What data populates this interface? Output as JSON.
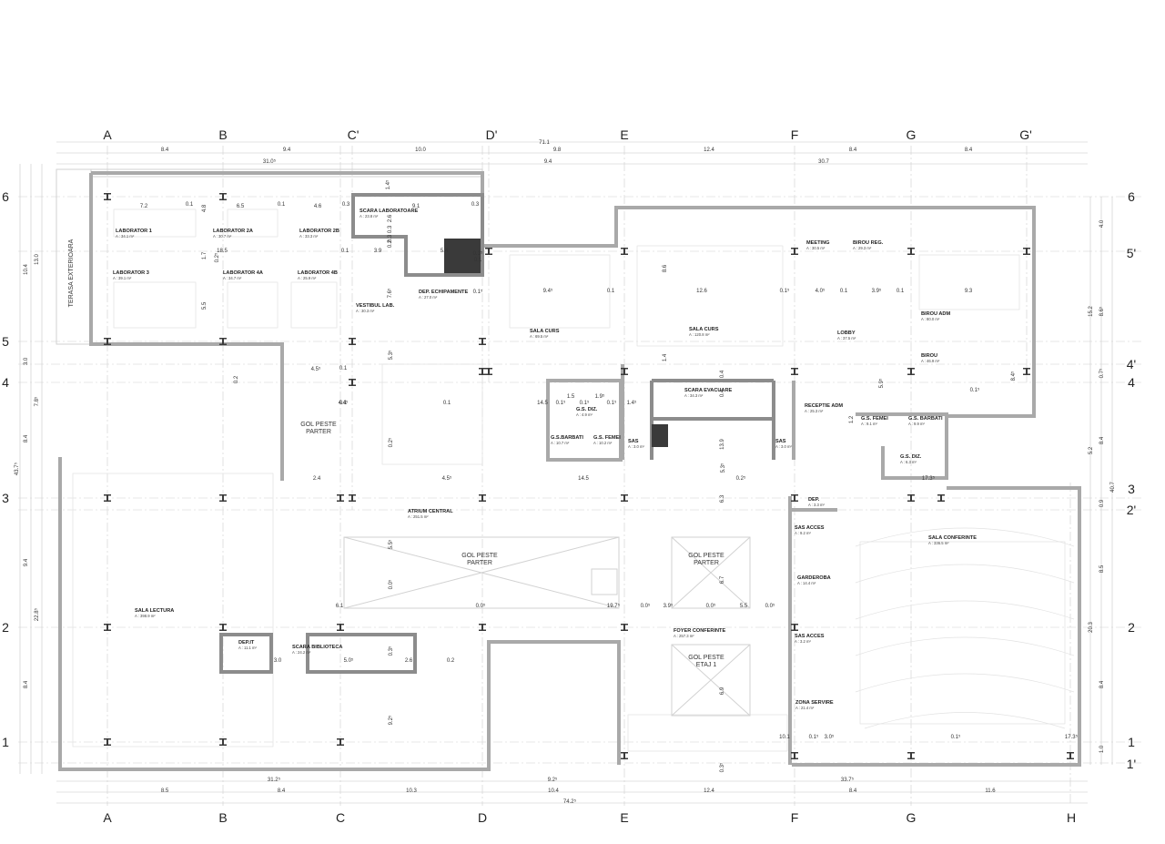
{
  "axes": {
    "top": [
      "A",
      "B",
      "C'",
      "D'",
      "E",
      "F",
      "G",
      "G'"
    ],
    "bottom": [
      "A",
      "B",
      "C",
      "D",
      "E",
      "F",
      "G",
      "H"
    ],
    "left": [
      "6",
      "5",
      "4",
      "3",
      "2",
      "1"
    ],
    "right": [
      "6",
      "5'",
      "4'",
      "4",
      "3",
      "2'",
      "2",
      "1",
      "1'"
    ]
  },
  "top_dims": {
    "total": "71.1",
    "row1": [
      "8.4",
      "9.4",
      "10.0",
      "9.8",
      "12.4",
      "8.4",
      "8.4"
    ],
    "row2": [
      "31.0⁵",
      "9.4",
      "30.7"
    ]
  },
  "bottom_dims": {
    "total": "74.2⁵",
    "row1": [
      "31.2⁵",
      "9.2⁵",
      "33.7⁵"
    ],
    "row2": [
      "8.5",
      "8.4",
      "10.3",
      "10.4",
      "12.4",
      "8.4",
      "11.6"
    ]
  },
  "left_dims": [
    "10.4",
    "13.0",
    "3.0",
    "7.8⁵",
    "8.4",
    "43.7⁵",
    "9.4",
    "22.8⁵",
    "8.4"
  ],
  "right_dims": [
    "4.0",
    "15.2",
    "8.6⁵",
    "0.7⁵",
    "8.4",
    "5.2",
    "40.7",
    "0.9",
    "8.5",
    "20.3",
    "8.4",
    "1.0"
  ],
  "rooms": [
    {
      "name": "LABORATOR 1",
      "area": "A : 34.1 m²"
    },
    {
      "name": "LABORATOR 2A",
      "area": "A : 30.7 m²"
    },
    {
      "name": "LABORATOR 2B",
      "area": "A : 33.3 m²"
    },
    {
      "name": "SCARA LABORATOARE",
      "area": "A : 23.8 m²"
    },
    {
      "name": "LABORATOR 3",
      "area": "A : 39.1 m²"
    },
    {
      "name": "LABORATOR 4A",
      "area": "A : 34.7 m²"
    },
    {
      "name": "LABORATOR 4B",
      "area": "A : 25.9 m²"
    },
    {
      "name": "DEP. ECHIPAMENTE",
      "area": "A : 27.0 m²"
    },
    {
      "name": "VESTIBUL LAB.",
      "area": "A : 30.3 m²"
    },
    {
      "name": "SALA CURS",
      "area": "A : 69.5 m²"
    },
    {
      "name": "SALA CURS",
      "area": "A : 120.8 m²"
    },
    {
      "name": "MEETING",
      "area": "A : 30.5 m²"
    },
    {
      "name": "BIROU REG.",
      "area": "A : 29.3 m²"
    },
    {
      "name": "LOBBY",
      "area": "A : 37.5 m²"
    },
    {
      "name": "BIROU ADM",
      "area": "A : 80.0 m²"
    },
    {
      "name": "BIROU",
      "area": "A : 46.9 m²"
    },
    {
      "name": "SCARA EVACUARE",
      "area": "A : 34.3 m²"
    },
    {
      "name": "RECEPTIE ADM",
      "area": "A : 25.3 m²"
    },
    {
      "name": "G.S. DIZ.",
      "area": "A : 4.9 m²"
    },
    {
      "name": "G.S.BARBATI",
      "area": "A : 10.7 m²"
    },
    {
      "name": "G.S. FEMEI",
      "area": "A : 10.2 m²"
    },
    {
      "name": "SAS",
      "area": "A : 3.0 m²"
    },
    {
      "name": "SAS",
      "area": "A : 3.0 m²"
    },
    {
      "name": "G.S. FEMEI",
      "area": "A : 9.1 m²"
    },
    {
      "name": "G.S. BARBATI",
      "area": "A : 9.9 m²"
    },
    {
      "name": "G.S. DIZ.",
      "area": "A : 6.3 m²"
    },
    {
      "name": "ATRIUM CENTRAL",
      "area": "A : 251.5 m²"
    },
    {
      "name": "DEP.",
      "area": "A : 3.3 m²"
    },
    {
      "name": "SAS ACCES",
      "area": "A : 9.2 m²"
    },
    {
      "name": "SALA CONFERINTE",
      "area": "A : 336.5 m²"
    },
    {
      "name": "GARDEROBA",
      "area": "A : 14.4 m²"
    },
    {
      "name": "SALA LECTURA",
      "area": "A : 398.9 m²"
    },
    {
      "name": "DEP.IT",
      "area": "A : 11.1 m²"
    },
    {
      "name": "SCARA BIBLIOTECA",
      "area": "A : 24.2 m²"
    },
    {
      "name": "FOYER CONFERINTE",
      "area": "A : 257.3 m²"
    },
    {
      "name": "SAS ACCES",
      "area": "A : 3.2 m²"
    },
    {
      "name": "ZONA SERVIRE",
      "area": "A : 21.4 m²"
    }
  ],
  "voids": [
    [
      "GOL PESTE",
      "PARTER"
    ],
    [
      "GOL PESTE",
      "PARTER"
    ],
    [
      "GOL PESTE",
      "PARTER"
    ],
    [
      "GOL PESTE",
      "ETAJ 1"
    ]
  ],
  "side_label": "TERASA EXTERIOARA",
  "inner_dims": [
    "7.2",
    "0.1",
    "4.8",
    "6.5",
    "0.1",
    "4.6",
    "0.3",
    "1.4⁵",
    "9.1",
    "0.3",
    "2.6",
    "0.3",
    "0.3",
    "0.2",
    "18.5",
    "0.1",
    "3.9",
    "5.4",
    "0.1⁵",
    "0.1",
    "1.7",
    "5.5",
    "7.6⁵",
    "0.1⁵",
    "9.4⁵",
    "0.1",
    "12.6",
    "0.1⁵",
    "4.0⁵",
    "0.1",
    "3.9⁵",
    "0.1",
    "9.3",
    "8.6",
    "1.4",
    "0.4",
    "0.1",
    "4.5⁵",
    "4.4⁵",
    "0.1",
    "0.1",
    "14.5",
    "0.1⁵",
    "1.5",
    "0.1⁵",
    "1.9⁵",
    "0.1⁵",
    "1.4⁵",
    "0.4",
    "1.2",
    "5.9⁵",
    "0.1⁵",
    "8.4⁵",
    "5.3⁵",
    "0.2⁵",
    "13.9",
    "2.4",
    "4.5⁵",
    "14.5",
    "5.3⁵",
    "0.2⁵",
    "17.3⁵",
    "6.3",
    "5.5⁵",
    "0.0⁵",
    "6.7",
    "6.1",
    "0.0⁵",
    "19.7⁵",
    "0.0⁵",
    "3.9⁵",
    "0.0⁵",
    "5.5",
    "0.0⁵",
    "3.0",
    "0.3⁵",
    "2.6",
    "0.2",
    "5.0⁵",
    "9.2⁵",
    "6.9",
    "10.1",
    "0.1⁵",
    "3.0⁵",
    "0.1⁵",
    "17.3⁵",
    "0.3⁵",
    "0.2",
    "0.2⁵",
    "0.1"
  ]
}
